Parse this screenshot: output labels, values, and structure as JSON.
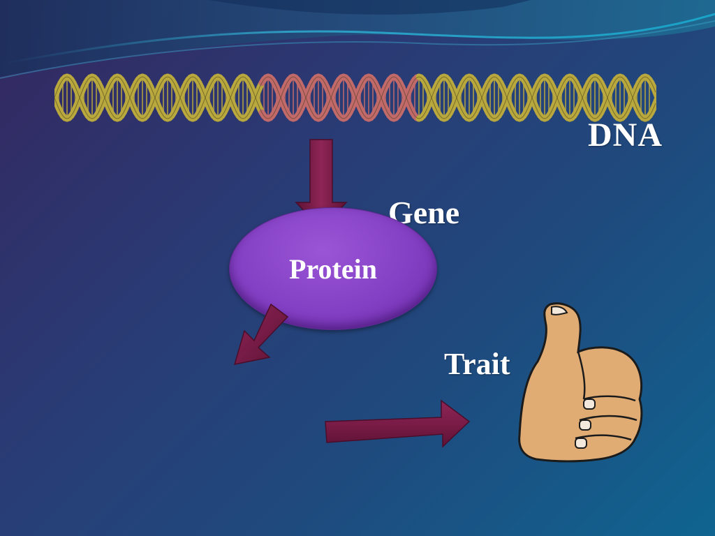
{
  "labels": {
    "dna": "DNA",
    "gene": "Gene",
    "protein": "Protein",
    "trait": "Trait"
  },
  "icons": {
    "dna_helix": "dna-double-helix-icon",
    "thumb": "thumbs-up-hand-icon",
    "arrow_down": "arrow-down-icon",
    "arrow_diag": "arrow-down-left-icon",
    "arrow_right": "arrow-right-icon"
  },
  "colors": {
    "helix": "#b8a83e",
    "gene_segment": "#c26a6a",
    "arrow": "#7a1c47",
    "protein": "#8440c4",
    "skin": "#e0ac74",
    "text": "#ffffff"
  }
}
